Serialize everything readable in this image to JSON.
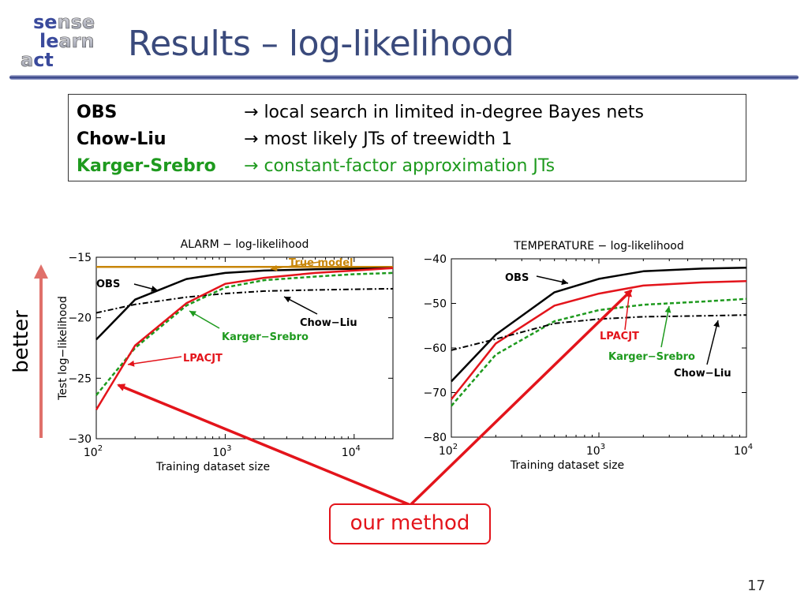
{
  "slide": {
    "title": "Results – log-likelihood",
    "page_number": "17",
    "logo": {
      "line1_a": "se",
      "line1_b": "nse",
      "line2_a": "le",
      "line2_b": "arn",
      "line3_a": "a",
      "line3_b": "ct"
    },
    "better_label": "better",
    "our_method_label": "our method",
    "legend": [
      {
        "name": "OBS",
        "desc": "local search in limited in-degree Bayes nets",
        "color": "#000000"
      },
      {
        "name": "Chow-Liu",
        "desc": "most likely JTs of treewidth 1",
        "color": "#000000"
      },
      {
        "name": "Karger-Srebro",
        "desc": "constant-factor approximation JTs",
        "color": "#1e9a1e"
      }
    ],
    "arrow_glyph": "→",
    "colors": {
      "title": "#3a4a7c",
      "accent_red": "#e3141b",
      "green": "#1e9a1e",
      "true_model": "#c8860a"
    }
  },
  "chart_data": [
    {
      "type": "line",
      "title": "ALARM − log-likelihood",
      "xlabel": "Training dataset size",
      "ylabel": "Test log−likelihood",
      "xscale": "log",
      "xlim": [
        100,
        20000
      ],
      "ylim": [
        -30,
        -15
      ],
      "xticks": [
        100,
        1000,
        10000
      ],
      "xtick_labels": [
        [
          "10",
          "2"
        ],
        [
          "10",
          "3"
        ],
        [
          "10",
          "4"
        ]
      ],
      "yticks": [
        -30,
        -25,
        -20,
        -15
      ],
      "ytick_labels": [
        "−30",
        "−25",
        "−20",
        "−15"
      ],
      "series": [
        {
          "name": "True model",
          "x": [
            100,
            20000
          ],
          "y": [
            -15.8,
            -15.8
          ],
          "color": "#c8860a",
          "dash": "solid",
          "width": 2.5
        },
        {
          "name": "OBS",
          "x": [
            100,
            200,
            500,
            1000,
            2000,
            5000,
            10000,
            20000
          ],
          "y": [
            -21.8,
            -18.5,
            -16.8,
            -16.3,
            -16.1,
            -16.0,
            -15.95,
            -15.9
          ],
          "color": "#000000",
          "dash": "solid",
          "width": 2.5
        },
        {
          "name": "Chow-Liu",
          "x": [
            100,
            200,
            500,
            1000,
            2000,
            5000,
            10000,
            20000
          ],
          "y": [
            -19.6,
            -18.9,
            -18.3,
            -18.0,
            -17.8,
            -17.7,
            -17.65,
            -17.6
          ],
          "color": "#000000",
          "dash": "dashdot",
          "width": 2
        },
        {
          "name": "Karger−Srebro",
          "x": [
            100,
            200,
            500,
            1000,
            2000,
            5000,
            10000,
            20000
          ],
          "y": [
            -26.4,
            -22.5,
            -19.0,
            -17.5,
            -16.9,
            -16.6,
            -16.4,
            -16.3
          ],
          "color": "#1e9a1e",
          "dash": "dashed",
          "width": 2.5
        },
        {
          "name": "LPACJT",
          "x": [
            100,
            200,
            500,
            1000,
            2000,
            5000,
            10000,
            20000
          ],
          "y": [
            -27.6,
            -22.3,
            -18.8,
            -17.2,
            -16.7,
            -16.3,
            -16.1,
            -15.9
          ],
          "color": "#e3141b",
          "dash": "solid",
          "width": 2.5
        }
      ],
      "annotations": [
        {
          "text": "True model",
          "color": "#c8860a"
        },
        {
          "text": "OBS",
          "color": "#000000"
        },
        {
          "text": "Chow−Liu",
          "color": "#000000"
        },
        {
          "text": "Karger−Srebro",
          "color": "#1e9a1e"
        },
        {
          "text": "LPACJT",
          "color": "#e3141b"
        }
      ]
    },
    {
      "type": "line",
      "title": "TEMPERATURE − log-likelihood",
      "xlabel": "Training dataset size",
      "ylabel": "",
      "xscale": "log",
      "xlim": [
        100,
        10000
      ],
      "ylim": [
        -80,
        -40
      ],
      "xticks": [
        100,
        1000,
        10000
      ],
      "xtick_labels": [
        [
          "10",
          "2"
        ],
        [
          "10",
          "3"
        ],
        [
          "10",
          "4"
        ]
      ],
      "yticks": [
        -80,
        -70,
        -60,
        -50,
        -40
      ],
      "ytick_labels": [
        "−80",
        "−70",
        "−60",
        "−50",
        "−40"
      ],
      "series": [
        {
          "name": "OBS",
          "x": [
            100,
            200,
            500,
            1000,
            2000,
            5000,
            10000
          ],
          "y": [
            -67.5,
            -57.0,
            -47.5,
            -44.5,
            -42.8,
            -42.2,
            -42.0
          ],
          "color": "#000000",
          "dash": "solid",
          "width": 2.5
        },
        {
          "name": "LPACJT",
          "x": [
            100,
            200,
            500,
            1000,
            2000,
            5000,
            10000
          ],
          "y": [
            -71.5,
            -59.0,
            -50.5,
            -47.8,
            -46.0,
            -45.3,
            -45.0
          ],
          "color": "#e3141b",
          "dash": "solid",
          "width": 2.5
        },
        {
          "name": "Karger−Srebro",
          "x": [
            100,
            200,
            500,
            1000,
            2000,
            5000,
            10000
          ],
          "y": [
            -73.0,
            -61.5,
            -54.0,
            -51.5,
            -50.3,
            -49.6,
            -49.0
          ],
          "color": "#1e9a1e",
          "dash": "dashed",
          "width": 2.5
        },
        {
          "name": "Chow−Liu",
          "x": [
            100,
            200,
            500,
            1000,
            2000,
            5000,
            10000
          ],
          "y": [
            -60.5,
            -58.0,
            -54.5,
            -53.5,
            -53.0,
            -52.8,
            -52.6
          ],
          "color": "#000000",
          "dash": "dashdot",
          "width": 2
        }
      ],
      "annotations": [
        {
          "text": "OBS",
          "color": "#000000"
        },
        {
          "text": "LPACJT",
          "color": "#e3141b"
        },
        {
          "text": "Karger−Srebro",
          "color": "#1e9a1e"
        },
        {
          "text": "Chow−Liu",
          "color": "#000000"
        }
      ]
    }
  ]
}
